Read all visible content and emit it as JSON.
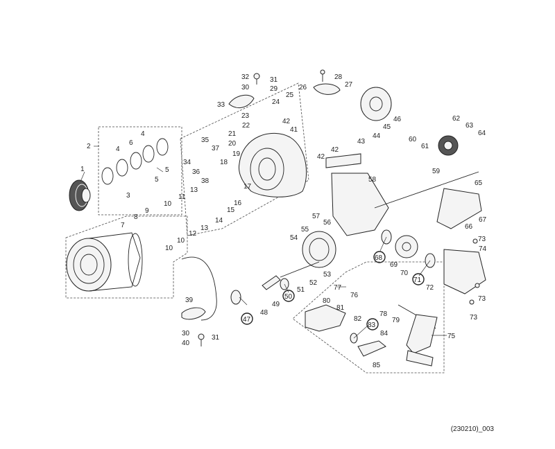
{
  "document_code": "(230210)_003",
  "part_labels": [
    "1",
    "2",
    "3",
    "4",
    "4",
    "5",
    "5",
    "6",
    "7",
    "8",
    "9",
    "10",
    "10",
    "10",
    "11",
    "12",
    "13",
    "13",
    "14",
    "15",
    "16",
    "17",
    "18",
    "19",
    "20",
    "21",
    "22",
    "23",
    "24",
    "25",
    "26",
    "27",
    "28",
    "29",
    "30",
    "30",
    "31",
    "31",
    "32",
    "33",
    "34",
    "35",
    "36",
    "37",
    "38",
    "39",
    "40",
    "41",
    "42",
    "42",
    "42",
    "43",
    "44",
    "45",
    "46",
    "47",
    "48",
    "49",
    "50",
    "51",
    "52",
    "53",
    "54",
    "55",
    "56",
    "57",
    "58",
    "59",
    "60",
    "61",
    "62",
    "63",
    "64",
    "65",
    "66",
    "67",
    "68",
    "69",
    "70",
    "71",
    "72",
    "73",
    "73",
    "73",
    "74",
    "75",
    "76",
    "77",
    "78",
    "79",
    "80",
    "81",
    "82",
    "83",
    "84",
    "85"
  ],
  "circled_labels": [
    "47",
    "50",
    "68",
    "71",
    "83"
  ]
}
